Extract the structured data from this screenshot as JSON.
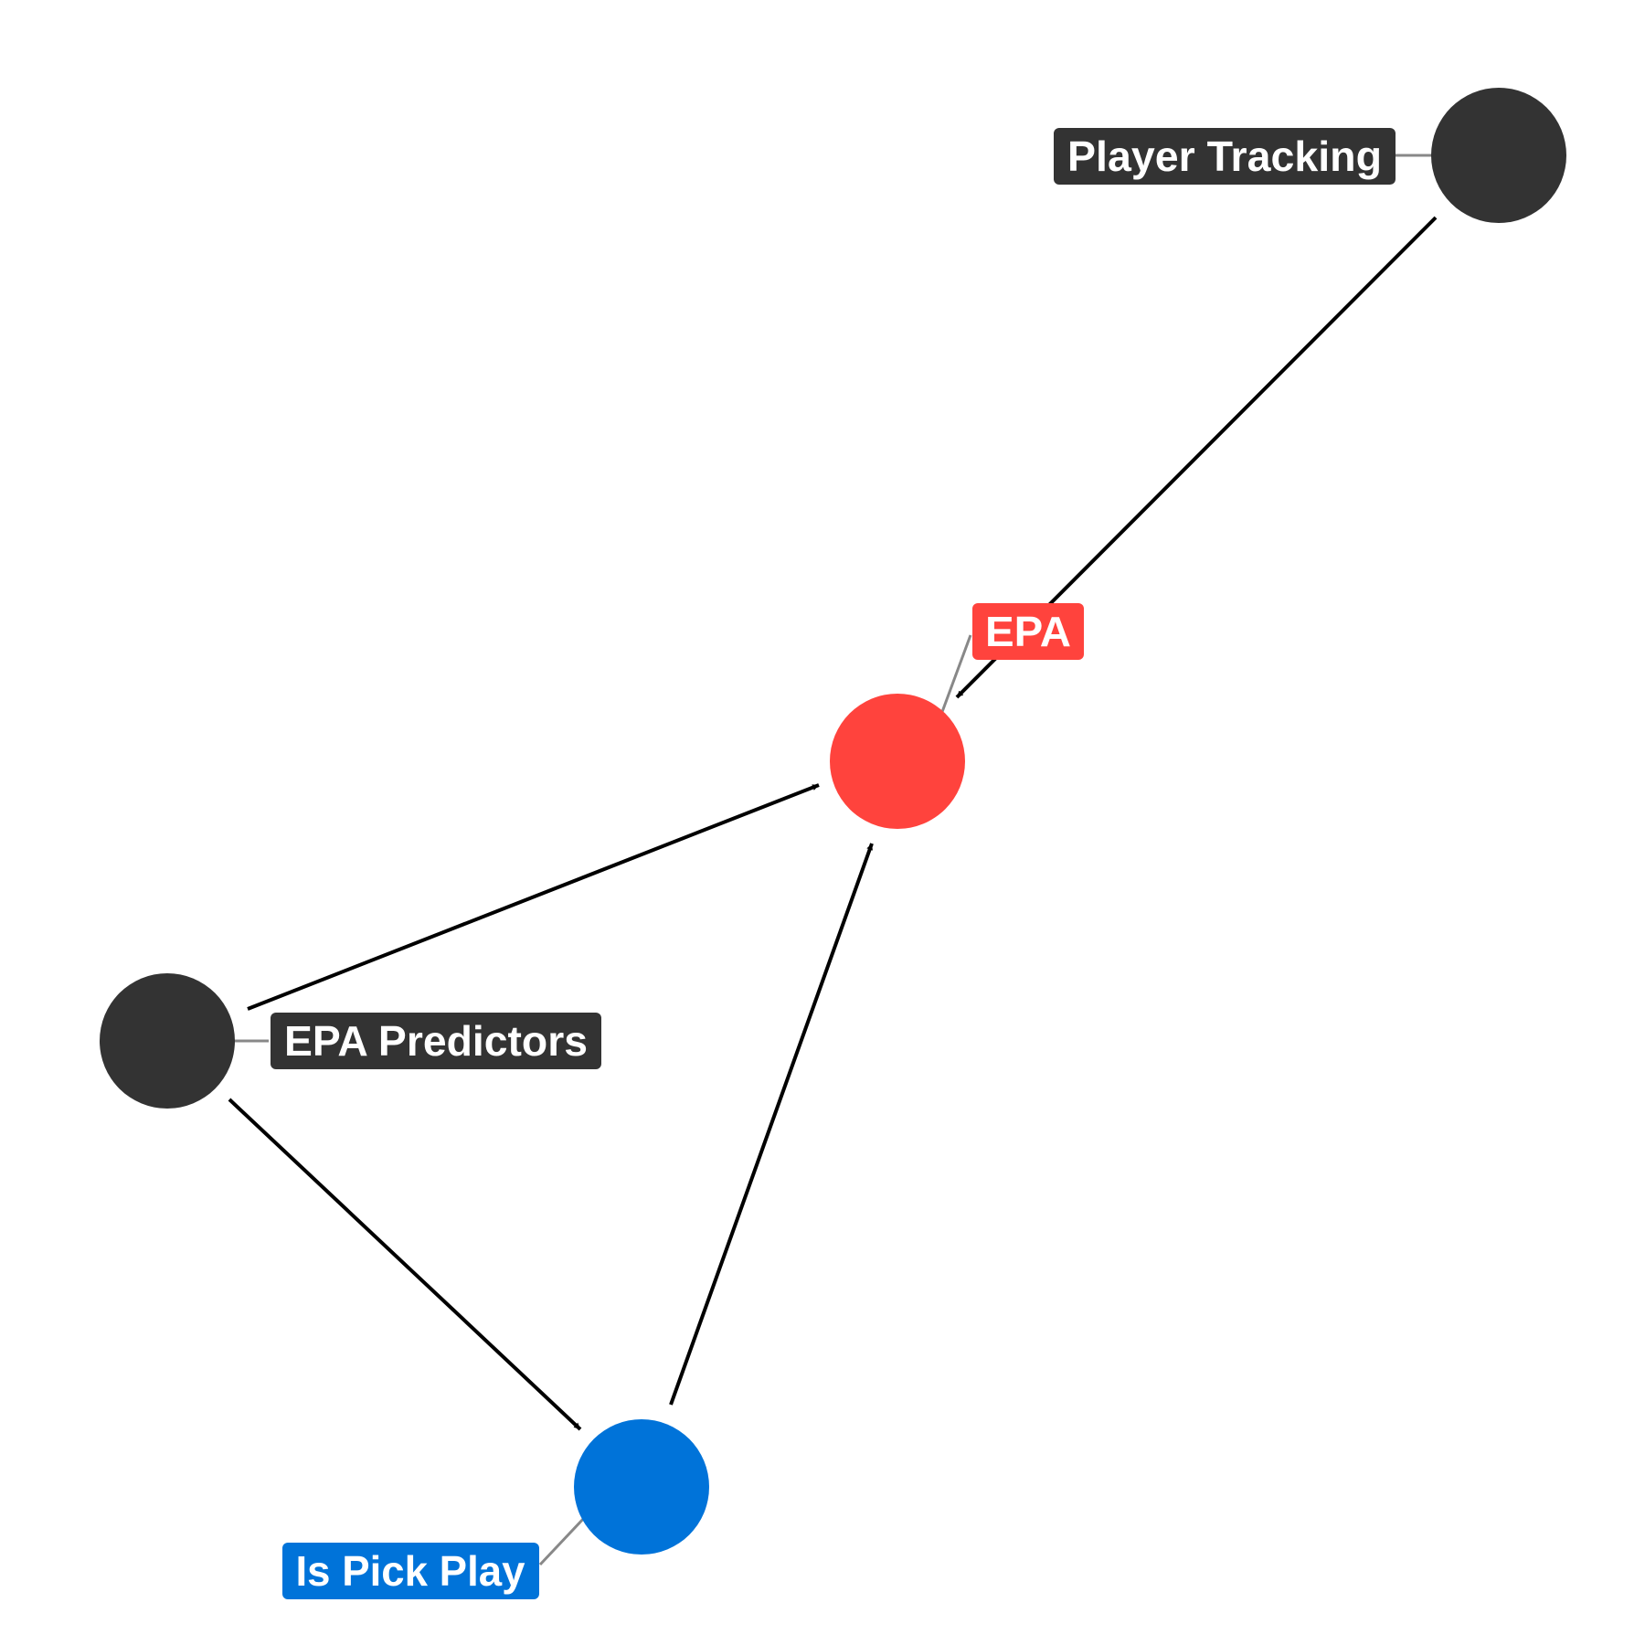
{
  "diagram": {
    "type": "directed-acyclic-graph",
    "nodes": [
      {
        "id": "player_tracking",
        "label": "Player Tracking",
        "color": "#333333",
        "role": "other"
      },
      {
        "id": "epa",
        "label": "EPA",
        "color": "#ff433d",
        "role": "outcome"
      },
      {
        "id": "epa_predictors",
        "label": "EPA Predictors",
        "color": "#333333",
        "role": "other"
      },
      {
        "id": "is_pick_play",
        "label": "Is Pick Play",
        "color": "#0073d9",
        "role": "exposure"
      }
    ],
    "edges": [
      {
        "from": "player_tracking",
        "to": "epa"
      },
      {
        "from": "epa_predictors",
        "to": "epa"
      },
      {
        "from": "epa_predictors",
        "to": "is_pick_play"
      },
      {
        "from": "is_pick_play",
        "to": "epa"
      }
    ],
    "colors": {
      "edge": "#000000",
      "leader": "#888888",
      "label_text": "#ffffff",
      "background": "#ffffff"
    }
  }
}
